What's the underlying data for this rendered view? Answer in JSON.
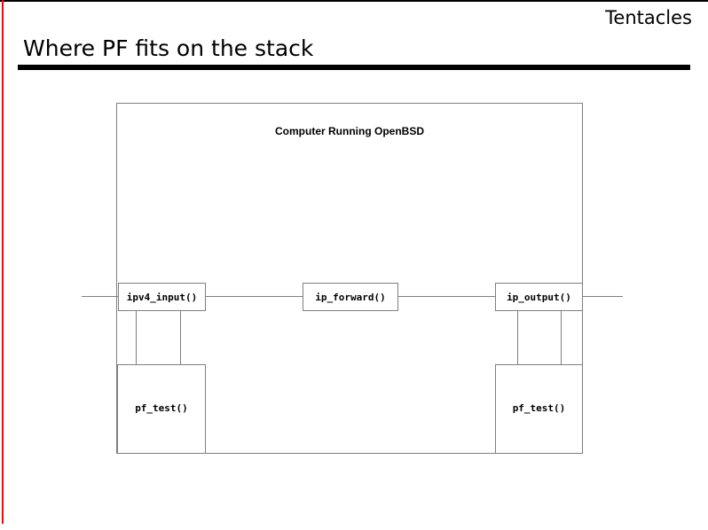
{
  "header": {
    "deck_name": "Tentacles",
    "title": "Where PF fits on the stack"
  },
  "colors": {
    "accent_rule": "#ff0000",
    "title_rule": "#000000",
    "diagram_stroke": "#7f7f7f",
    "background": "#ffffff",
    "text": "#000000"
  },
  "diagram": {
    "host_box_label": "Computer Running OpenBSD",
    "nodes": [
      {
        "id": "ipv4_input",
        "label": "ipv4_input()"
      },
      {
        "id": "ip_forward",
        "label": "ip_forward()"
      },
      {
        "id": "ip_output",
        "label": "ip_output()"
      },
      {
        "id": "pf_test_in",
        "label": "pf_test()"
      },
      {
        "id": "pf_test_out",
        "label": "pf_test()"
      }
    ]
  }
}
